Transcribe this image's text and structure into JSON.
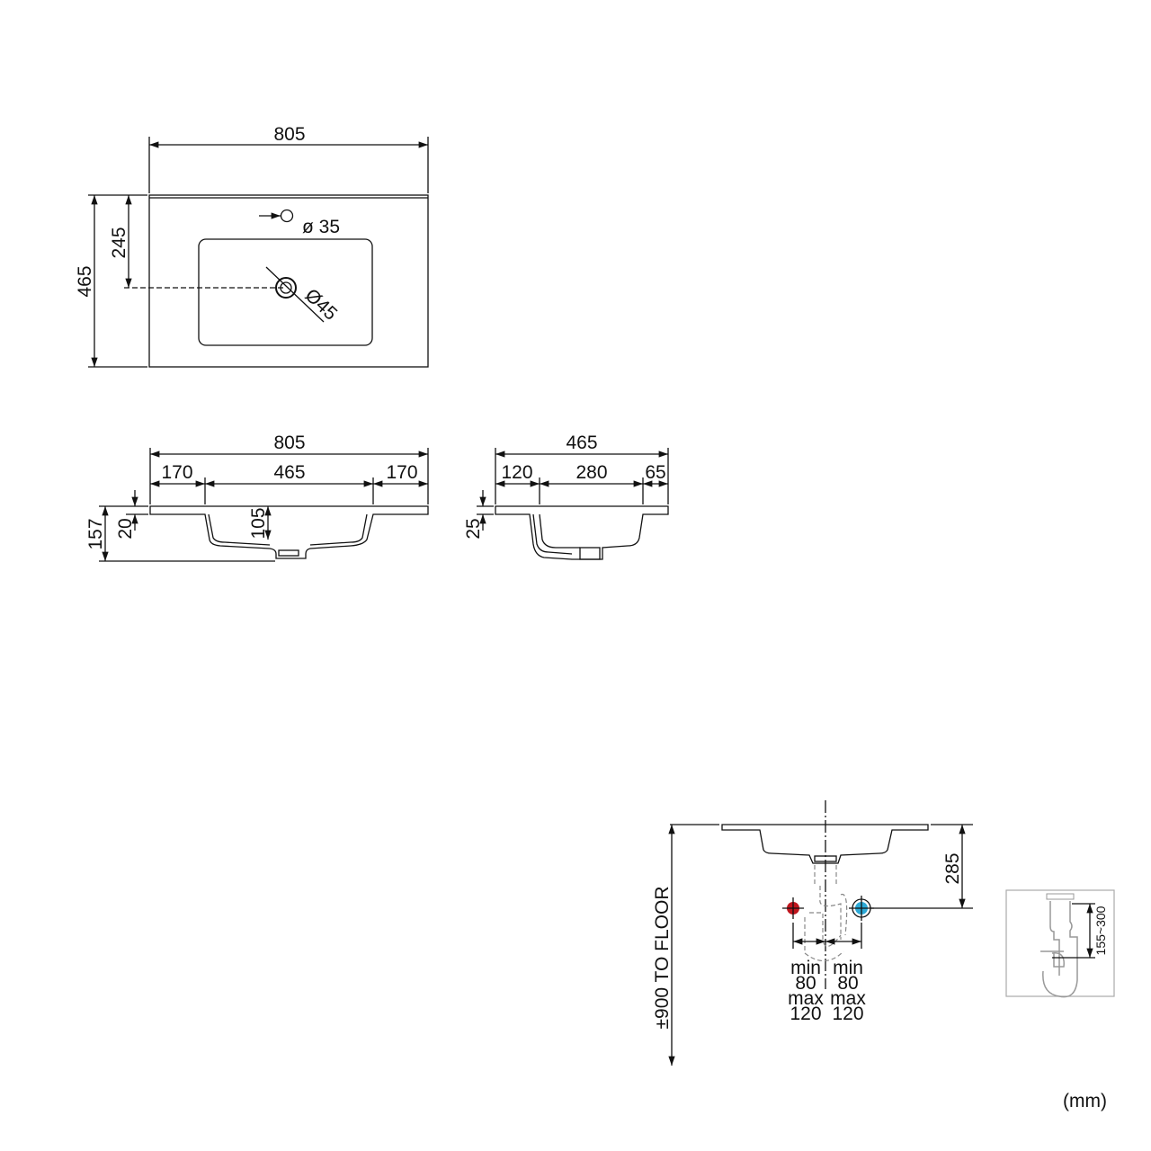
{
  "top_view": {
    "width": "805",
    "depth": "465",
    "drain_offset": "245",
    "tap_hole": "ø 35",
    "drain_hole": "Ø45"
  },
  "front_view": {
    "width": "805",
    "left": "170",
    "basin": "465",
    "right": "170",
    "height": "157",
    "slab": "20",
    "basin_depth": "105"
  },
  "side_view": {
    "depth": "465",
    "front": "120",
    "basin": "280",
    "back": "65",
    "slab": "25"
  },
  "install_view": {
    "floor_height": "±900 TO FLOOR",
    "drain_height": "285",
    "left": {
      "min_label": "min",
      "min": "80",
      "max_label": "max",
      "max": "120"
    },
    "right": {
      "min_label": "min",
      "min": "80",
      "max_label": "max",
      "max": "120"
    },
    "trap_range": "155~300",
    "hot_color": "#c0161e",
    "cold_color": "#2ca9d6"
  },
  "units": "(mm)"
}
